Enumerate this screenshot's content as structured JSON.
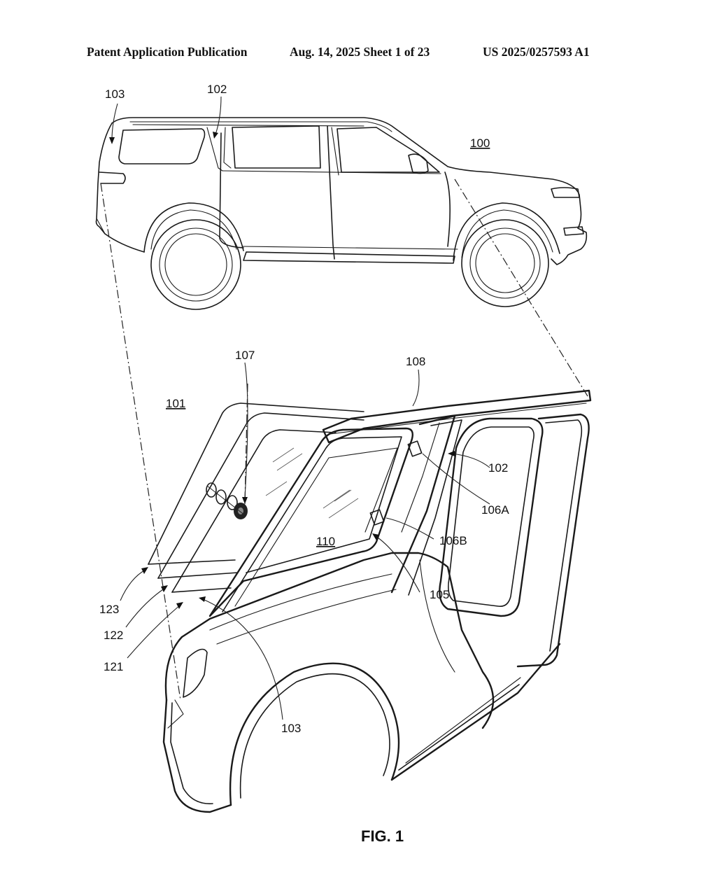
{
  "header": {
    "left": "Patent Application Publication",
    "middle": "Aug. 14, 2025  Sheet 1 of 23",
    "right": "US 2025/0257593 A1"
  },
  "figure_label": "FIG. 1",
  "reference_numerals": {
    "vehicle": "100",
    "exploded_assembly": "101",
    "pillar_top": "102",
    "pillar_side": "102",
    "rear_top": "103",
    "rear_bottom": "103",
    "seal": "105",
    "clip_a": "106A",
    "clip_b": "106B",
    "fastener": "107",
    "roof_rail": "108",
    "window_panel": "110",
    "layer_121": "121",
    "layer_122": "122",
    "layer_123": "123"
  }
}
